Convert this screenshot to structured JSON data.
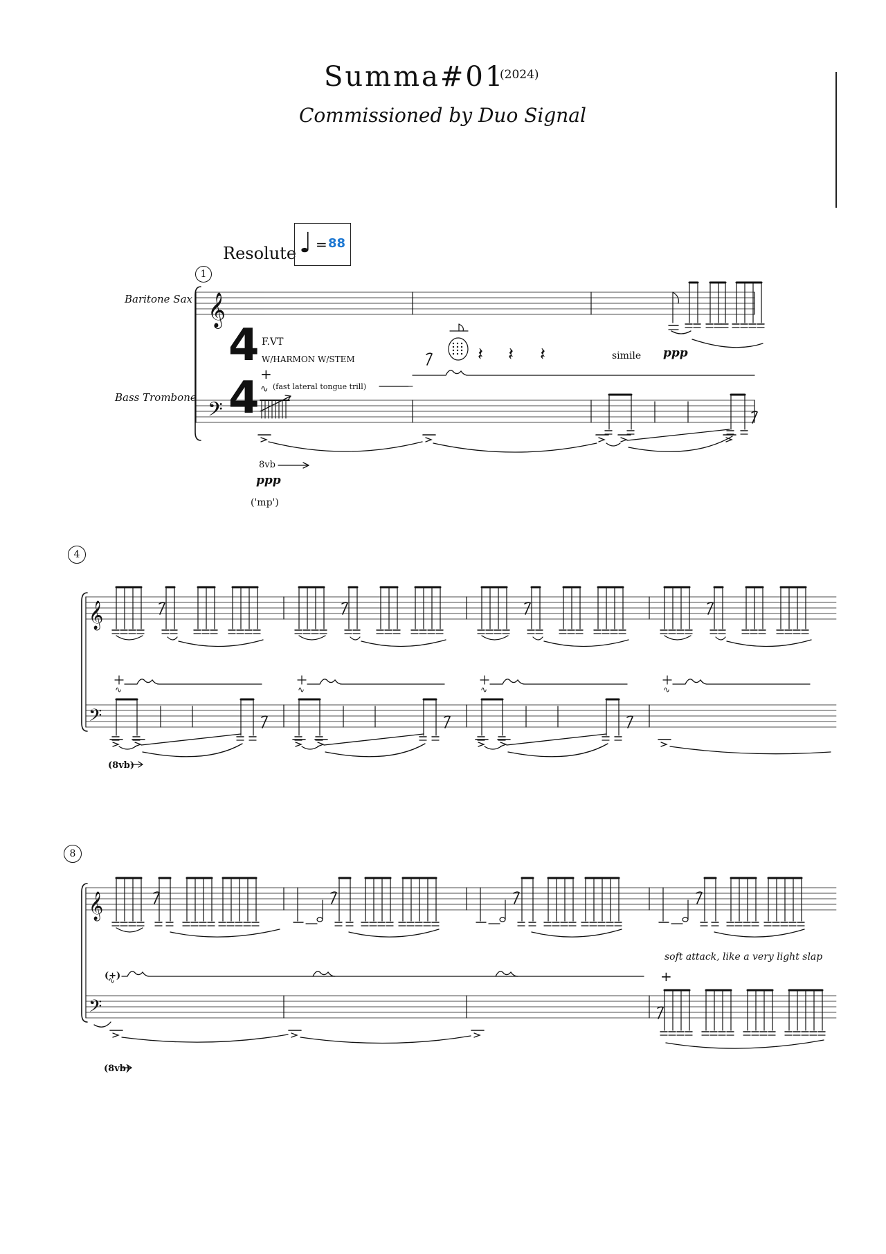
{
  "header": {
    "title": "Summa#01",
    "year": "(2024)",
    "subtitle": "Commissioned by Duo Signal"
  },
  "tempo": {
    "label": "Resolute",
    "note_glyph": "♩",
    "equals": "=",
    "bpm": "88"
  },
  "instruments": {
    "top": "Baritone Sax",
    "bottom": "Bass Trombone"
  },
  "systems": [
    {
      "number": "1"
    },
    {
      "number": "4"
    },
    {
      "number": "8"
    }
  ],
  "markings": {
    "sys1": {
      "technique_1": "F.VT",
      "technique_2": "W/HARMON W/STEM",
      "plus": "+",
      "trill_label": "(fast lateral tongue trill)",
      "octave": "8vb",
      "dynamic": "ppp",
      "dynamic_alt": "('mp')",
      "simile": "simile",
      "sax_dynamic": "ppp"
    },
    "sys2": {
      "octave": "(8vb)"
    },
    "sys3": {
      "open_plus": "(+)",
      "octave": "(8vb)",
      "instruction": "soft attack, like a very light slap",
      "plus": "+"
    }
  },
  "colors": {
    "ink": "#111111",
    "tempo_value": "#1e78d2"
  }
}
